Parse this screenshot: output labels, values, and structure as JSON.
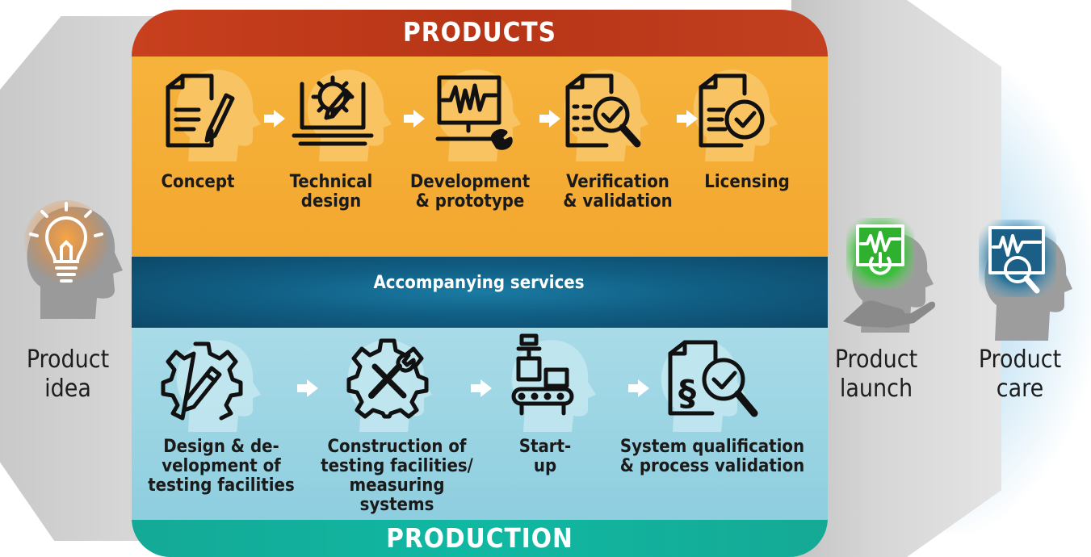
{
  "header": {
    "products": "PRODUCTS",
    "production": "PRODUCTION"
  },
  "services": {
    "label": "Accompanying services"
  },
  "product_steps": [
    {
      "label": "Concept",
      "icon": "document-pencil-icon"
    },
    {
      "label": "Technical\ndesign",
      "icon": "laptop-gear-pencil-icon"
    },
    {
      "label": "Development\n& prototype",
      "icon": "monitor-signal-wrench-icon"
    },
    {
      "label": "Verification\n& validation",
      "icon": "checklist-magnifier-icon"
    },
    {
      "label": "Licensing",
      "icon": "document-check-icon"
    }
  ],
  "production_steps": [
    {
      "label": "Design & de-\nvelopment of\ntesting facilities",
      "icon": "gear-pencil-icon"
    },
    {
      "label": "Construction of\ntesting facilities/\nmeasuring systems",
      "icon": "gear-tools-icon"
    },
    {
      "label": "Start-\nup",
      "icon": "conveyor-icon"
    },
    {
      "label": "System qualification\n& process validation",
      "icon": "paragraph-magnifier-check-icon"
    }
  ],
  "sides": {
    "idea": {
      "label": "Product\nidea",
      "icon": "lightbulb-icon"
    },
    "launch": {
      "label": "Product\nlaunch",
      "icon": "hand-power-monitor-icon"
    },
    "care": {
      "label": "Product\ncare",
      "icon": "monitor-magnifier-icon"
    }
  },
  "colors": {
    "products_head": "#b73516",
    "products_band": "#f4ac34",
    "services_band": "#115f85",
    "production_band": "#9ed5e4",
    "production_head": "#10b8a2",
    "idea_glow": "#f28a2a",
    "launch_glow": "#3bbd3b"
  }
}
